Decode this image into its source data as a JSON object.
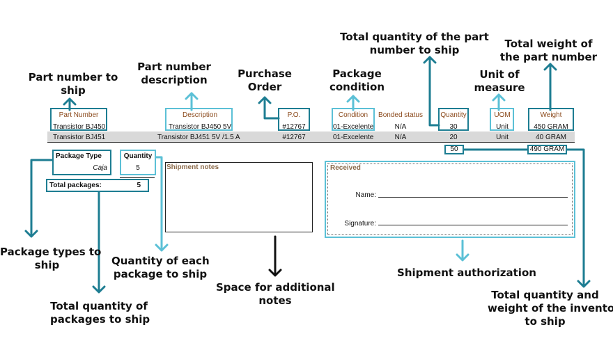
{
  "annotations": {
    "part_number": [
      "Part number to",
      "ship"
    ],
    "description": [
      "Part number",
      "description"
    ],
    "purchase_order": [
      "Purchase",
      "Order"
    ],
    "package_condition": [
      "Package",
      "condition"
    ],
    "total_quantity_part": [
      "Total quantity of the part",
      "number to ship"
    ],
    "unit_of_measure": [
      "Unit of",
      "measure"
    ],
    "total_weight": [
      "Total weight of",
      "the part number"
    ],
    "package_types": [
      "Package types to",
      "ship"
    ],
    "total_packages": [
      "Total quantity of",
      "packages to ship"
    ],
    "quantity_each_package": [
      "Quantity of each",
      "package to ship"
    ],
    "additional_notes": [
      "Space for additional",
      "notes"
    ],
    "shipment_authorization": [
      "Shipment authorization"
    ],
    "total_inventory": [
      "Total quantity and",
      "weight of the inventory",
      "to ship"
    ]
  },
  "table": {
    "headers": {
      "part_number": "Part Number",
      "description": "Description",
      "po": "P.O.",
      "condition": "Condition",
      "bonded": "Bonded status",
      "quantity": "Quantity",
      "uom": "UOM",
      "weight": "Weight"
    },
    "rows": [
      {
        "part_number": "Transistor BJ450",
        "description": "Transistor BJ450 5V",
        "po": "#12767",
        "condition": "01-Excelente",
        "bonded": "N/A",
        "quantity": "30",
        "uom": "Unit",
        "weight": "450 GRAM"
      },
      {
        "part_number": "Transistor BJ451",
        "description": "Transistor BJ451 5V /1.5 A",
        "po": "#12767",
        "condition": "01-Excelente",
        "bonded": "N/A",
        "quantity": "20",
        "uom": "Unit",
        "weight": "40 GRAM"
      }
    ],
    "totals": {
      "quantity": "50",
      "weight": "490 GRAM"
    }
  },
  "packages": {
    "type_label": "Package Type",
    "quantity_label": "Quantity",
    "type_value": "Caja",
    "quantity_value": "5",
    "total_label": "Total packages:",
    "total_value": "5"
  },
  "shipment_notes": {
    "label": "Shipment notes"
  },
  "received": {
    "label": "Received",
    "name_label": "Name:",
    "signature_label": "Signature:"
  },
  "colors": {
    "dark_teal": "#1d7d92",
    "light_teal": "#5bc0d6",
    "header_brown": "#8b4a1c"
  }
}
